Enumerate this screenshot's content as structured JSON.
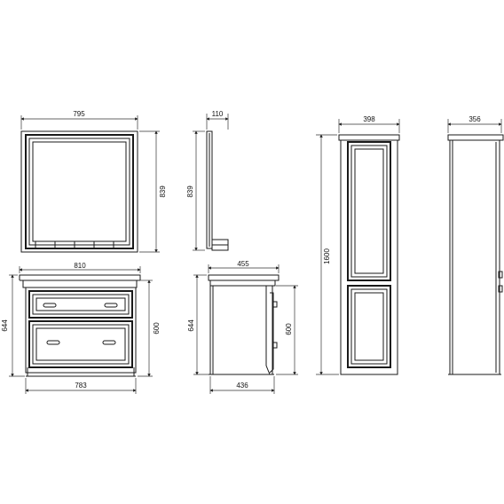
{
  "dimensions": {
    "mirror_width": "795",
    "mirror_height": "839",
    "mirror_depth": "110",
    "mirror_side_height": "839",
    "vanity_top_width": "810",
    "vanity_bottom_width": "783",
    "vanity_left_height": "644",
    "vanity_right_height": "600",
    "vanity_side_depth_top": "455",
    "vanity_side_depth_bottom": "436",
    "vanity_side_left_height": "644",
    "vanity_side_right_height": "600",
    "column_width": "398",
    "column_height": "1600",
    "column_side_depth": "356"
  },
  "colors": {
    "line": "#1a1a1a",
    "background": "#ffffff"
  }
}
